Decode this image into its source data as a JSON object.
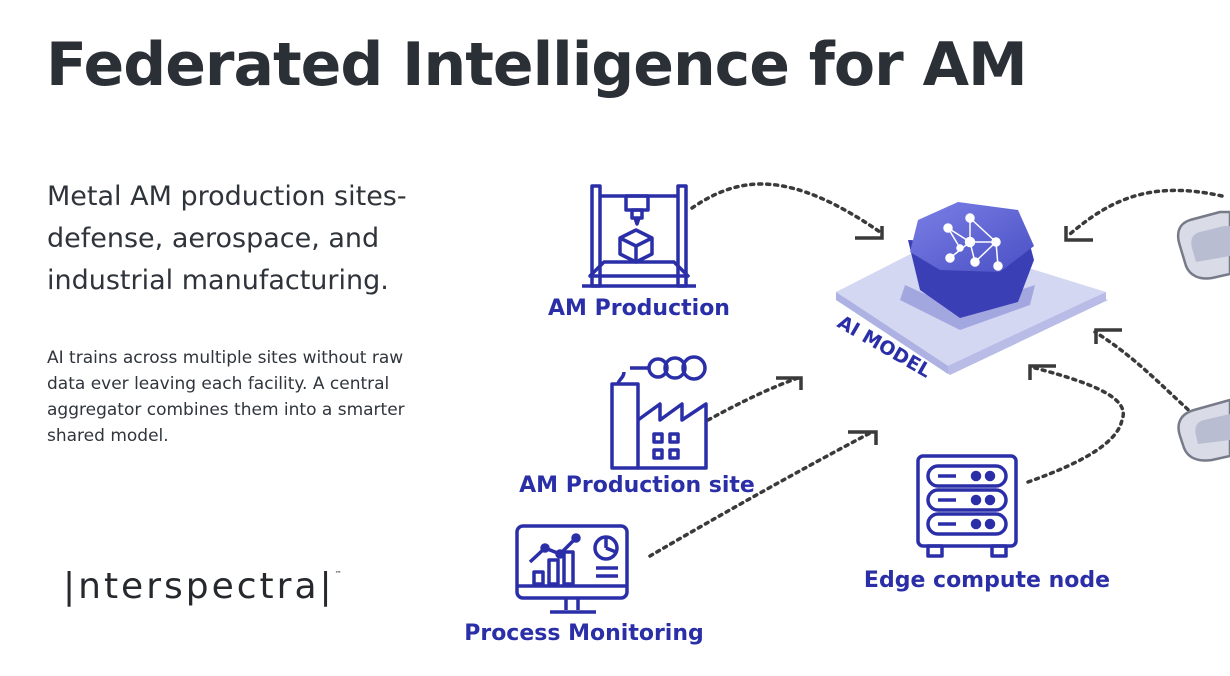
{
  "slide": {
    "title": "Federated Intelligence for AM",
    "lead_lines": [
      "Metal AM production sites-",
      "defense, aerospace, and",
      "industrial manufacturing."
    ],
    "body_lines": [
      "AI trains across multiple sites without raw",
      "data ever leaving each facility. A central",
      "aggregator combines them into a smarter",
      "shared model."
    ],
    "logo": {
      "text": "|nterspectra|",
      "mark": "™"
    }
  },
  "diagram": {
    "nodes": {
      "am_production": "AM Production",
      "am_production_site": "AM Production site",
      "process_monitoring": "Process Monitoring",
      "edge_compute": "Edge compute node",
      "ai_model": "AI MODEL"
    },
    "colors": {
      "icon": "#2a2fa8",
      "model": "#4a4fc4",
      "platform": "#c7cbec",
      "arrow": "#3a3a3a"
    }
  }
}
